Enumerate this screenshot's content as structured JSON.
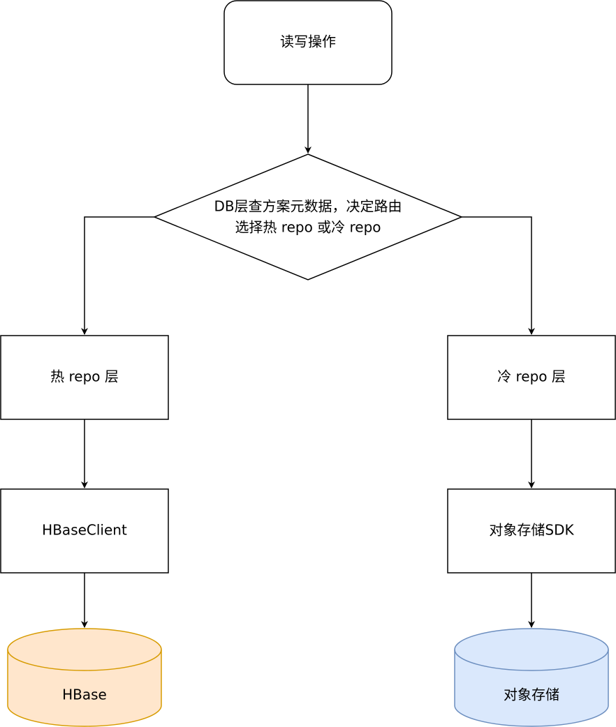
{
  "nodes": {
    "start": {
      "label": "读写操作"
    },
    "decision": {
      "line1": "DB层查方案元数据，决定路由",
      "line2": "选择热 repo 或冷 repo"
    },
    "hot_layer": {
      "label": "热 repo 层"
    },
    "cold_layer": {
      "label": "冷 repo 层"
    },
    "hbase_client": {
      "label": "HBaseClient"
    },
    "object_storage_sdk": {
      "label": "对象存储SDK"
    },
    "hbase_db": {
      "label": "HBase",
      "fill": "#ffe6cc",
      "stroke": "#d79b00"
    },
    "object_storage_db": {
      "label": "对象存储",
      "fill": "#dae8fc",
      "stroke": "#6c8ebf"
    }
  }
}
